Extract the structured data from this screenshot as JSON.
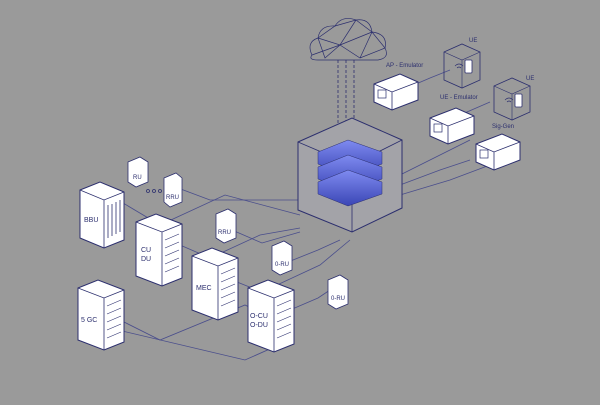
{
  "colors": {
    "background": "#9a9a9a",
    "line": "#4a4e8c",
    "outline": "#2c2f6e",
    "hub_fill_top": "#6f7ce8",
    "hub_fill_bottom": "#3d48b8",
    "device_face": "#ffffff"
  },
  "icons": {
    "cloud": "cloud-mesh-icon",
    "hub": "data-stack-icon",
    "phone": "smartphone-wifi-icon"
  },
  "labels": {
    "bbu": "BBU",
    "rru_top": "RRU",
    "ru": "RU",
    "cu_du_line1": "CU",
    "cu_du_line2": "DU",
    "rru_mid": "RRU",
    "mec": "MEC",
    "o_ru_1": "0-RU",
    "o_ru_2": "0-RU",
    "five_gc": "5 GC",
    "o_cu_line1": "O-CU",
    "o_du_line2": "O-DU",
    "ap_emulator": "AP - Emulator",
    "ue_emulator": "UE - Emulator",
    "sig_gen": "Sig-Gen",
    "ue_1": "UE",
    "ue_2": "UE"
  }
}
